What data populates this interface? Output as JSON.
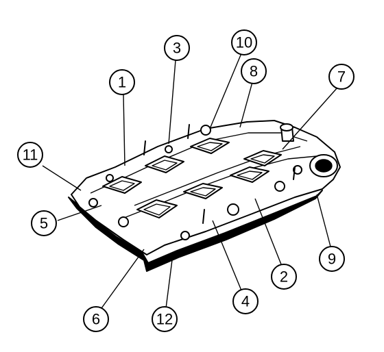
{
  "figure": {
    "callouts": [
      {
        "id": "1",
        "label": "1"
      },
      {
        "id": "2",
        "label": "2"
      },
      {
        "id": "3",
        "label": "3"
      },
      {
        "id": "4",
        "label": "4"
      },
      {
        "id": "5",
        "label": "5"
      },
      {
        "id": "6",
        "label": "6"
      },
      {
        "id": "7",
        "label": "7"
      },
      {
        "id": "8",
        "label": "8"
      },
      {
        "id": "9",
        "label": "9"
      },
      {
        "id": "10",
        "label": "10"
      },
      {
        "id": "11",
        "label": "11"
      },
      {
        "id": "12",
        "label": "12"
      }
    ]
  }
}
